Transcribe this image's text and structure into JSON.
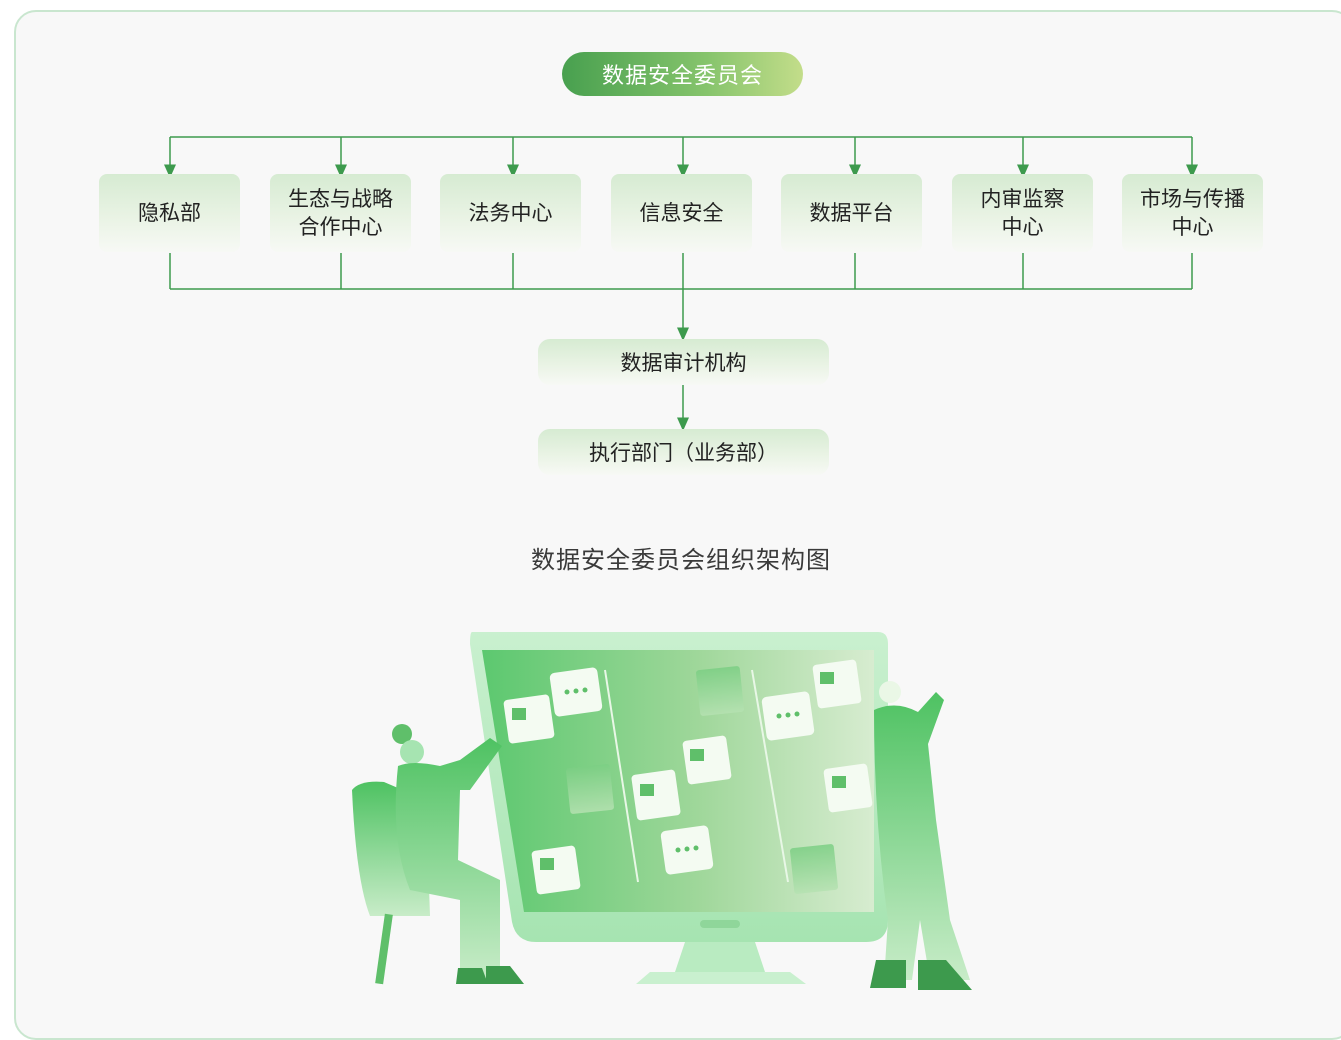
{
  "diagram": {
    "top_node": "数据安全委员会",
    "departments": [
      "隐私部",
      "生态与战略\n合作中心",
      "法务中心",
      "信息安全",
      "数据平台",
      "内审监察\n中心",
      "市场与传播\n中心"
    ],
    "audit_node": "数据审计机构",
    "exec_node": "执行部门（业务部）",
    "caption": "数据安全委员会组织架构图"
  },
  "colors": {
    "line": "#3d9a4d",
    "pill_start": "#48a04f",
    "pill_end": "#c3dd8a",
    "box_fill": "#e4f1df",
    "accent": "#5cc86f"
  },
  "illustration": {
    "icons": [
      "monitor-icon",
      "document-card-icon",
      "chat-bubble-icon",
      "person-icon"
    ]
  }
}
